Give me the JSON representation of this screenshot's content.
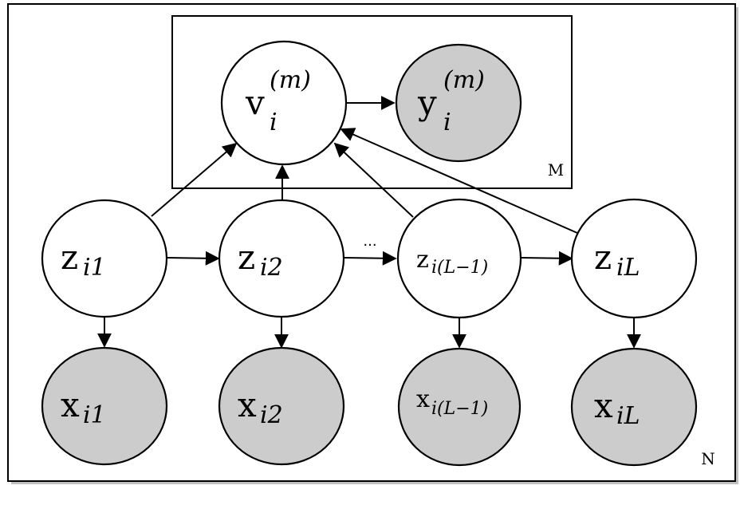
{
  "plates": {
    "outer": {
      "label": "N"
    },
    "inner": {
      "label": "M"
    }
  },
  "nodes": {
    "v": {
      "main": "v",
      "sub": "i",
      "sup": "(m)",
      "observed": false
    },
    "y": {
      "main": "y",
      "sub": "i",
      "sup": "(m)",
      "observed": true
    },
    "z1": {
      "main": "z",
      "sub": "i1",
      "observed": false
    },
    "z2": {
      "main": "z",
      "sub": "i2",
      "observed": false
    },
    "zL1": {
      "main": "z",
      "sub": "i(L−1)",
      "observed": false
    },
    "zL": {
      "main": "z",
      "sub": "iL",
      "observed": false
    },
    "x1": {
      "main": "x",
      "sub": "i1",
      "observed": true
    },
    "x2": {
      "main": "x",
      "sub": "i2",
      "observed": true
    },
    "xL1": {
      "main": "x",
      "sub": "i(L−1)",
      "observed": true
    },
    "xL": {
      "main": "x",
      "sub": "iL",
      "observed": true
    }
  },
  "ellipsis": "...",
  "colors": {
    "observed_fill": "#cccccc",
    "latent_fill": "#ffffff",
    "stroke": "#000000"
  }
}
